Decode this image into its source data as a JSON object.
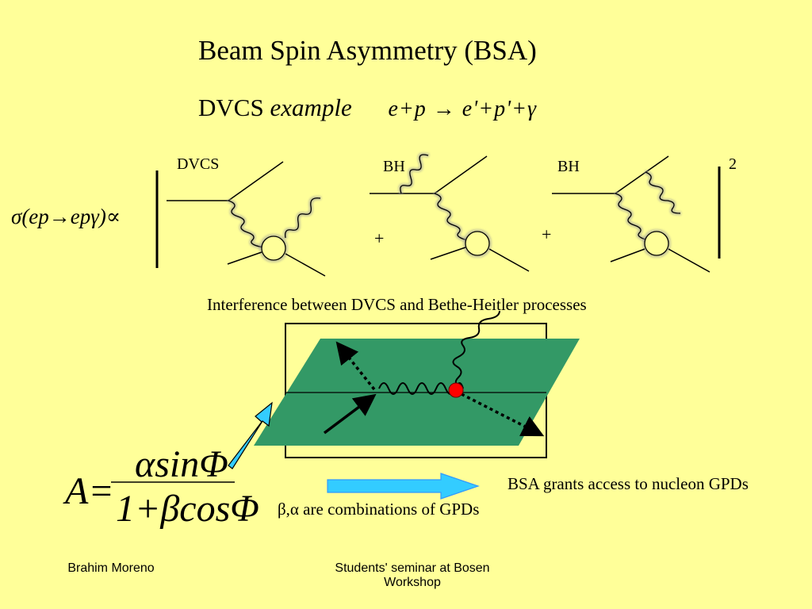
{
  "slide": {
    "title": "Beam Spin Asymmetry (BSA)",
    "subtitle_plain": "DVCS",
    "subtitle_italic": "example",
    "reaction": "e+p → e'+p'+γ",
    "cross_section": "σ(ep→epγ)∝",
    "diagram_labels": {
      "dvcs": "DVCS",
      "bh1": "BH",
      "bh2": "BH",
      "plus1": "+",
      "plus2": "+",
      "power": "2"
    },
    "interference_caption": "Interference between DVCS and Bethe-Heitler processes",
    "formula": {
      "lhs": "A=",
      "numerator": "αsinΦ",
      "denominator": "1+βcosΦ"
    },
    "bsa_note": "BSA grants access to nucleon GPDs",
    "combination_note": "β,α are combinations of GPDs",
    "footer_left": "Brahim Moreno",
    "footer_center_line1": "Students' seminar at Bosen",
    "footer_center_line2": "Workshop"
  },
  "colors": {
    "background": "#FFFF99",
    "plane": "#339966",
    "arrow": "#33CCFF",
    "vertex": "#FF0000"
  }
}
